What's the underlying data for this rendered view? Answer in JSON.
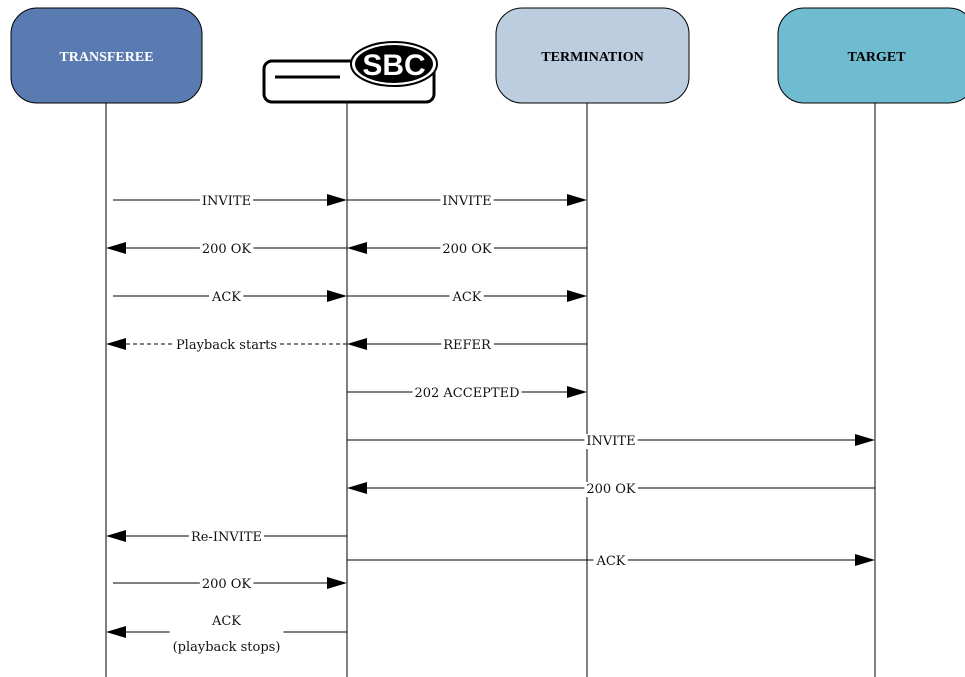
{
  "participants": [
    {
      "id": "transferee",
      "label": "TRANSFEREE",
      "fill": "#5a7bb1",
      "text_color": "#ffffff"
    },
    {
      "id": "sbc",
      "label": "SBC",
      "fill": "#ffffff",
      "text_color": "#ffffff"
    },
    {
      "id": "termination",
      "label": "TERMINATION",
      "fill": "#bccde0",
      "text_color": "#000000"
    },
    {
      "id": "target",
      "label": "TARGET",
      "fill": "#6fbcd0",
      "text_color": "#000000"
    }
  ],
  "messages": [
    {
      "from": "transferee",
      "to": "sbc",
      "label": "INVITE",
      "style": "solid"
    },
    {
      "from": "sbc",
      "to": "termination",
      "label": "INVITE",
      "style": "solid"
    },
    {
      "from": "sbc",
      "to": "transferee",
      "label": "200 OK",
      "style": "solid"
    },
    {
      "from": "termination",
      "to": "sbc",
      "label": "200 OK",
      "style": "solid"
    },
    {
      "from": "transferee",
      "to": "sbc",
      "label": "ACK",
      "style": "solid"
    },
    {
      "from": "sbc",
      "to": "termination",
      "label": "ACK",
      "style": "solid"
    },
    {
      "from": "sbc",
      "to": "transferee",
      "label": "Playback starts",
      "style": "dashed"
    },
    {
      "from": "termination",
      "to": "sbc",
      "label": "REFER",
      "style": "solid"
    },
    {
      "from": "sbc",
      "to": "termination",
      "label": "202 ACCEPTED",
      "style": "solid"
    },
    {
      "from": "sbc",
      "to": "target",
      "label": "INVITE",
      "style": "solid"
    },
    {
      "from": "target",
      "to": "sbc",
      "label": "200 OK",
      "style": "solid"
    },
    {
      "from": "sbc",
      "to": "transferee",
      "label": "Re-INVITE",
      "style": "solid"
    },
    {
      "from": "sbc",
      "to": "target",
      "label": "ACK",
      "style": "solid"
    },
    {
      "from": "transferee",
      "to": "sbc",
      "label": "200 OK",
      "style": "solid"
    },
    {
      "from": "sbc",
      "to": "transferee",
      "label": "ACK\n(playback stops)",
      "style": "solid"
    }
  ]
}
